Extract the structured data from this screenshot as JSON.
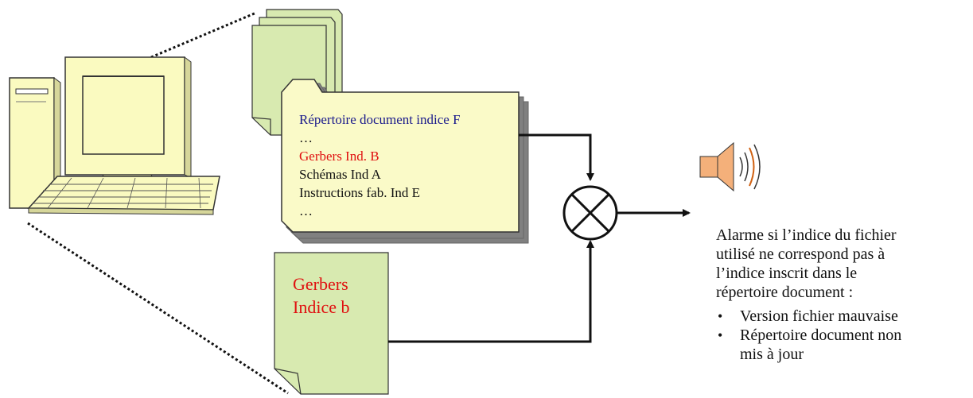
{
  "folder": {
    "lines": [
      {
        "text": "Répertoire document indice F",
        "color": "#1a1a8c"
      },
      {
        "text": "…",
        "color": "#111111"
      },
      {
        "text": "Gerbers Ind. B",
        "color": "#e01010"
      },
      {
        "text": "Schémas Ind A",
        "color": "#111111"
      },
      {
        "text": "Instructions fab. Ind E",
        "color": "#111111"
      },
      {
        "text": "…",
        "color": "#111111"
      }
    ]
  },
  "gerbers_doc": {
    "line1": "Gerbers",
    "line2": "Indice b"
  },
  "alarm": {
    "intro_lines": [
      "Alarme si l’indice du fichier",
      "utilisé ne correspond pas à",
      "l’indice inscrit dans le",
      "répertoire document :"
    ],
    "bullets": [
      "Version fichier mauvaise",
      "Répertoire document non"
    ],
    "continuation": "mis à jour"
  },
  "colors": {
    "computer_fill": "#fafac0",
    "document_fill": "#d8eab0",
    "folder_fill": "#fafac8",
    "speaker_fill": "#f4b07a",
    "shadow": "#808080",
    "accent_red": "#e01010",
    "accent_blue": "#1a1a8c"
  },
  "icons": [
    "computer-icon",
    "document-stack-icon",
    "folder-icon",
    "document-icon",
    "comparator-icon",
    "speaker-icon"
  ]
}
